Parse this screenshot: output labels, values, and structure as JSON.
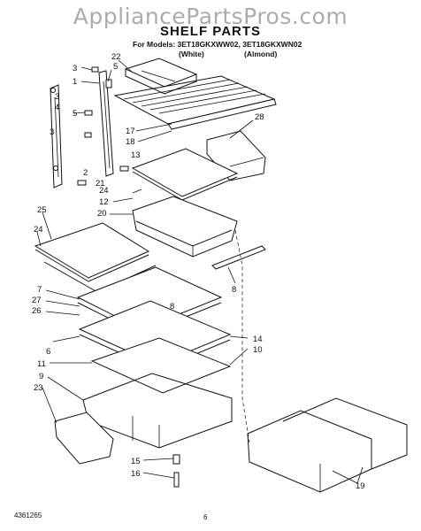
{
  "watermark": "AppliancePartsPros.com",
  "title": "SHELF PARTS",
  "models_line": "For Models: 3ET18GKXWW02, 3ET18GKXWN02",
  "model_white": "(White)",
  "model_almond": "(Almond)",
  "footer_part_number": "4361265",
  "footer_page": "6",
  "callouts": {
    "c3a": "3",
    "c1": "1",
    "c22": "22",
    "c5a": "5",
    "c3b": "3",
    "c4": "4",
    "c5b": "5",
    "c3c": "3",
    "c2": "2",
    "c21": "21",
    "c28": "28",
    "c17": "17",
    "c18": "18",
    "c13": "13",
    "c24a": "24",
    "c12": "12",
    "c20": "20",
    "c25": "25",
    "c24b": "24",
    "c8a": "8",
    "c7": "7",
    "c27": "27",
    "c8b": "8",
    "c26": "26",
    "c14": "14",
    "c6": "6",
    "c10": "10",
    "c11": "11",
    "c9": "9",
    "c23": "23",
    "c15": "15",
    "c16": "16",
    "c19": "19"
  }
}
